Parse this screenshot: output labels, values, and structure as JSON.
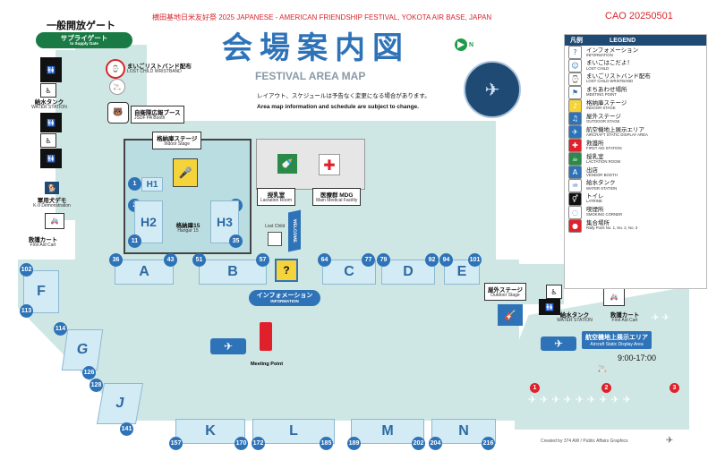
{
  "header": {
    "subtitle": "横田基地日米友好祭 2025 JAPANESE - AMERICAN FRIENDSHIP FESTIVAL, YOKOTA AIR BASE, JAPAN",
    "doc_id": "CAO 20250501",
    "title_jp": "会場案内図",
    "title_en": "FESTIVAL AREA MAP",
    "notice_jp": "レイアウト、スケジュールは予告なく変更になる場合があります。",
    "notice_en": "Area map information and schedule are subject to change."
  },
  "gate": {
    "jp": "一般開放ゲート",
    "supply_jp": "サプライゲート",
    "supply_en": "to Supply Gate"
  },
  "left_facilities": [
    {
      "jp": "給水タンク",
      "en": "WATER STATION"
    },
    {
      "jp": "軍用犬デモ",
      "en": "K-9 Demonstration"
    },
    {
      "jp": "救護カート",
      "en": "First Aid Cart"
    }
  ],
  "callouts": {
    "wristband_jp": "まいごリストバンド配布",
    "wristband_en": "LOST CHILD WRISTBAND",
    "jsdf_jp": "自衛隊広報ブース",
    "jsdf_en": "JSDF PA Booth",
    "indoor_jp": "格納庫ステージ",
    "indoor_en": "Indoor Stage",
    "hangar_jp": "格納庫15",
    "hangar_en": "Hangar 15",
    "lactation_jp": "授乳室",
    "lactation_en": "Lactation Room",
    "mdg_jp": "医療群 MDG",
    "mdg_en": "Main Medical Facility",
    "lost_child": "Lost Child",
    "info_jp": "インフォメーション",
    "info_en": "INFORMATION",
    "outdoor_jp": "屋外ステージ",
    "outdoor_en": "Outdoor Stage",
    "meeting_en": "Meeting Point",
    "water_jp": "給水タンク",
    "water_en": "WATER STATION",
    "firstaid_jp": "救護カート",
    "firstaid_en": "First Aid Cart",
    "static_jp": "航空機地上展示エリア",
    "static_en": "Aircraft Static Display Area",
    "static_hours": "9:00-17:00",
    "banner": "WELCOME",
    "credit": "Created by 374 AW / Public Affairs Graphics",
    "north": "N"
  },
  "hangar_zones": [
    {
      "label": "H1",
      "num_a": "1"
    },
    {
      "label": "H2",
      "num_a": "2",
      "num_b": "11"
    },
    {
      "label": "H3",
      "num_a": "26",
      "num_b": "35"
    }
  ],
  "zones": [
    {
      "label": "A",
      "from": "36",
      "to": "43"
    },
    {
      "label": "B",
      "from": "51",
      "to": "57"
    },
    {
      "label": "C",
      "from": "64",
      "to": "77"
    },
    {
      "label": "D",
      "from": "79",
      "to": "92"
    },
    {
      "label": "E",
      "from": "94",
      "to": "101"
    },
    {
      "label": "F",
      "from": "102",
      "to": "113"
    },
    {
      "label": "G",
      "from": "114",
      "to": "126"
    },
    {
      "label": "J",
      "from": "128",
      "to": "141"
    },
    {
      "label": "K",
      "from": "157",
      "to": "170"
    },
    {
      "label": "L",
      "from": "172",
      "to": "185"
    },
    {
      "label": "M",
      "from": "189",
      "to": "202"
    },
    {
      "label": "N",
      "from": "204",
      "to": "216"
    }
  ],
  "rally_points": [
    "1",
    "2",
    "3"
  ],
  "legend": {
    "title_jp": "凡例",
    "title_en": "LEGEND",
    "items": [
      {
        "jp": "インフォメーション",
        "en": "INFORMATION",
        "icon": "info-icon",
        "color": "#ffffff"
      },
      {
        "jp": "まいごはこだよ！",
        "en": "LOST CHILD",
        "icon": "lost-child-icon",
        "color": "#ffffff"
      },
      {
        "jp": "まいごリストバンド配布",
        "en": "LOST CHILD WRISTBAND",
        "icon": "wristband-icon",
        "color": "#ffffff"
      },
      {
        "jp": "まちあわせ場所",
        "en": "MEETING POINT",
        "icon": "meeting-point-icon",
        "color": "#ffffff"
      },
      {
        "jp": "格納庫ステージ",
        "en": "INDOOR STAGE",
        "icon": "indoor-stage-icon",
        "color": "#f5d33b"
      },
      {
        "jp": "屋外ステージ",
        "en": "OUTDOOR STAGE",
        "icon": "outdoor-stage-icon",
        "color": "#2e73b8"
      },
      {
        "jp": "航空機地上展示エリア",
        "en": "AIRCRAFT STATIC DISPLAY AREA",
        "icon": "aircraft-icon",
        "color": "#2e73b8"
      },
      {
        "jp": "救護所",
        "en": "FIRST AID STATION",
        "icon": "first-aid-icon",
        "color": "#e0202a"
      },
      {
        "jp": "授乳室",
        "en": "LACTATION ROOM",
        "icon": "lactation-icon",
        "color": "#2b8a4a"
      },
      {
        "jp": "出店",
        "en": "VENDOR BOOTH",
        "icon": "vendor-icon",
        "color": "#2e73b8"
      },
      {
        "jp": "給水タンク",
        "en": "WATER STATION",
        "icon": "water-icon",
        "color": "#ffffff"
      },
      {
        "jp": "トイレ",
        "en": "LATRINE",
        "icon": "toilet-icon",
        "color": "#111111"
      },
      {
        "jp": "喫煙所",
        "en": "SMOKING CORNER",
        "icon": "smoking-icon",
        "color": "#ffffff"
      },
      {
        "jp": "集合場所",
        "en": "Rally Point No. 1, No. 2, No. 3",
        "icon": "rally-point-icon",
        "color": "#e0202a"
      }
    ]
  }
}
